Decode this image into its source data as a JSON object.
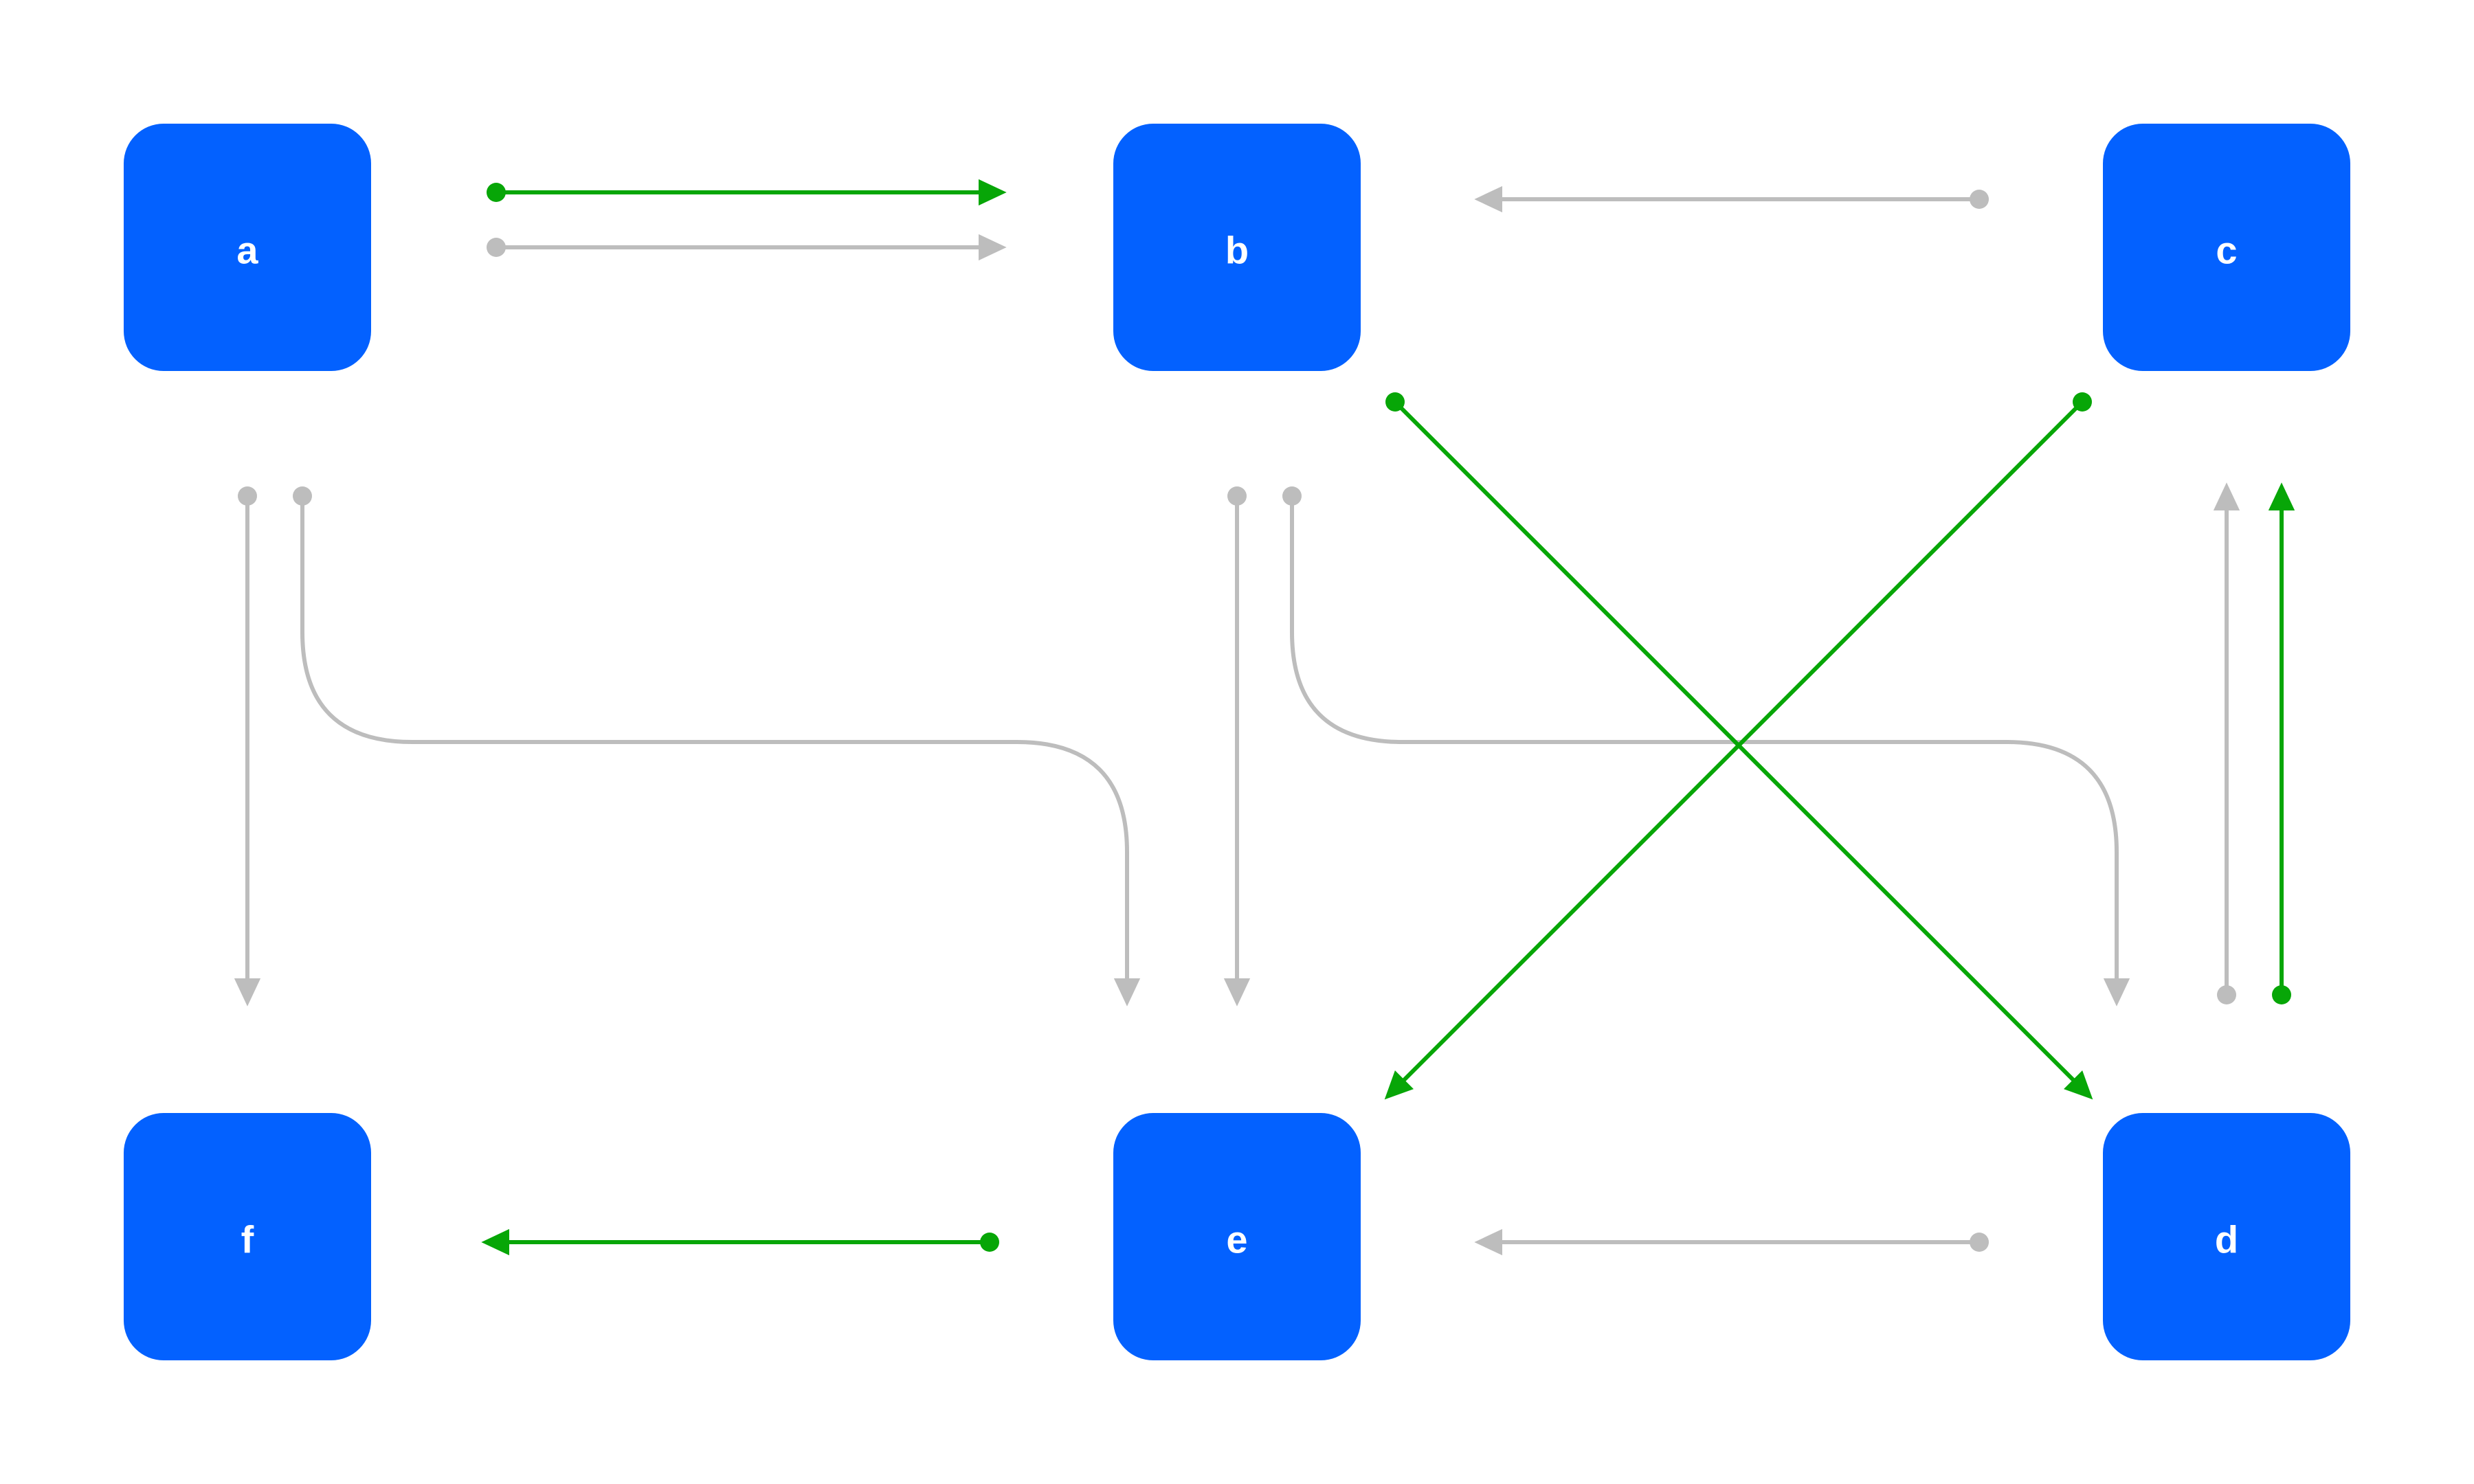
{
  "colors": {
    "node_fill": "#0361ff",
    "node_text": "#ffffff",
    "edge_active": "#07a607",
    "edge_inactive": "#bdbdbd",
    "background": "#ffffff"
  },
  "nodes": [
    {
      "id": "a",
      "label": "a"
    },
    {
      "id": "b",
      "label": "b"
    },
    {
      "id": "c",
      "label": "c"
    },
    {
      "id": "d",
      "label": "d"
    },
    {
      "id": "e",
      "label": "e"
    },
    {
      "id": "f",
      "label": "f"
    }
  ],
  "edges": [
    {
      "from": "a",
      "to": "b",
      "style": "active"
    },
    {
      "from": "a",
      "to": "b",
      "style": "inactive"
    },
    {
      "from": "c",
      "to": "b",
      "style": "inactive"
    },
    {
      "from": "a",
      "to": "f",
      "style": "inactive"
    },
    {
      "from": "a",
      "to": "e",
      "style": "inactive"
    },
    {
      "from": "b",
      "to": "e",
      "style": "inactive"
    },
    {
      "from": "b",
      "to": "d",
      "style": "inactive"
    },
    {
      "from": "b",
      "to": "d",
      "style": "active"
    },
    {
      "from": "c",
      "to": "e",
      "style": "active"
    },
    {
      "from": "d",
      "to": "c",
      "style": "inactive"
    },
    {
      "from": "d",
      "to": "c",
      "style": "active"
    },
    {
      "from": "e",
      "to": "f",
      "style": "active"
    },
    {
      "from": "d",
      "to": "e",
      "style": "inactive"
    }
  ]
}
